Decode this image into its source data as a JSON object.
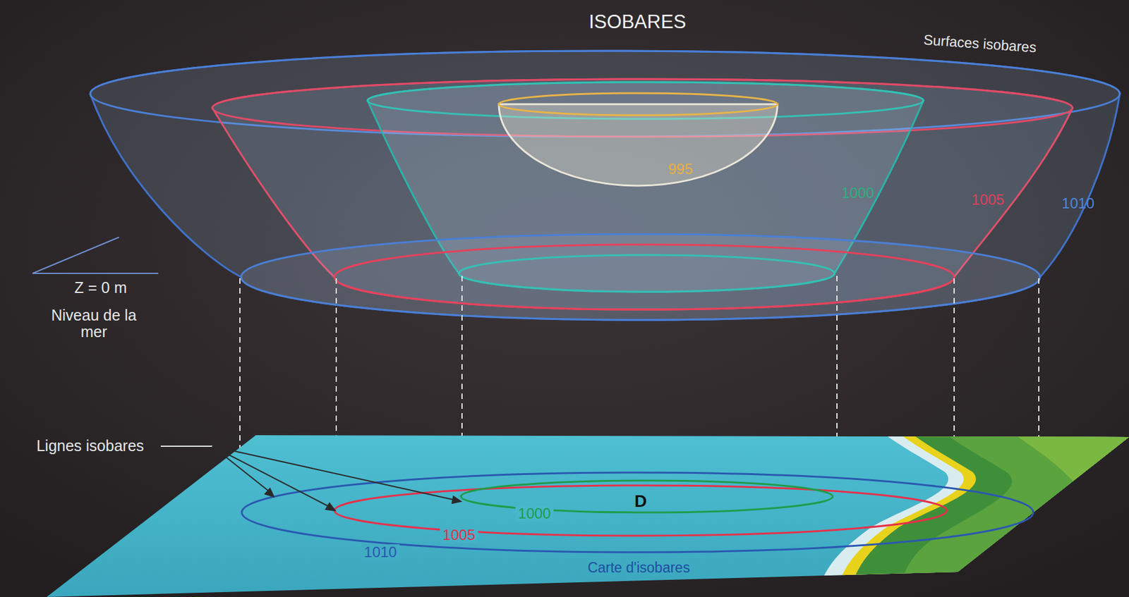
{
  "diagram": {
    "title": "ISOBARES",
    "labels": [
      "Surfaces isobares",
      "995",
      "1000",
      "1005",
      "1010",
      "Z = 0 m",
      "Niveau de la mer",
      "Lignes isobares",
      "1000",
      "D",
      "1005",
      "1010",
      "Carte d'isobares"
    ]
  }
}
